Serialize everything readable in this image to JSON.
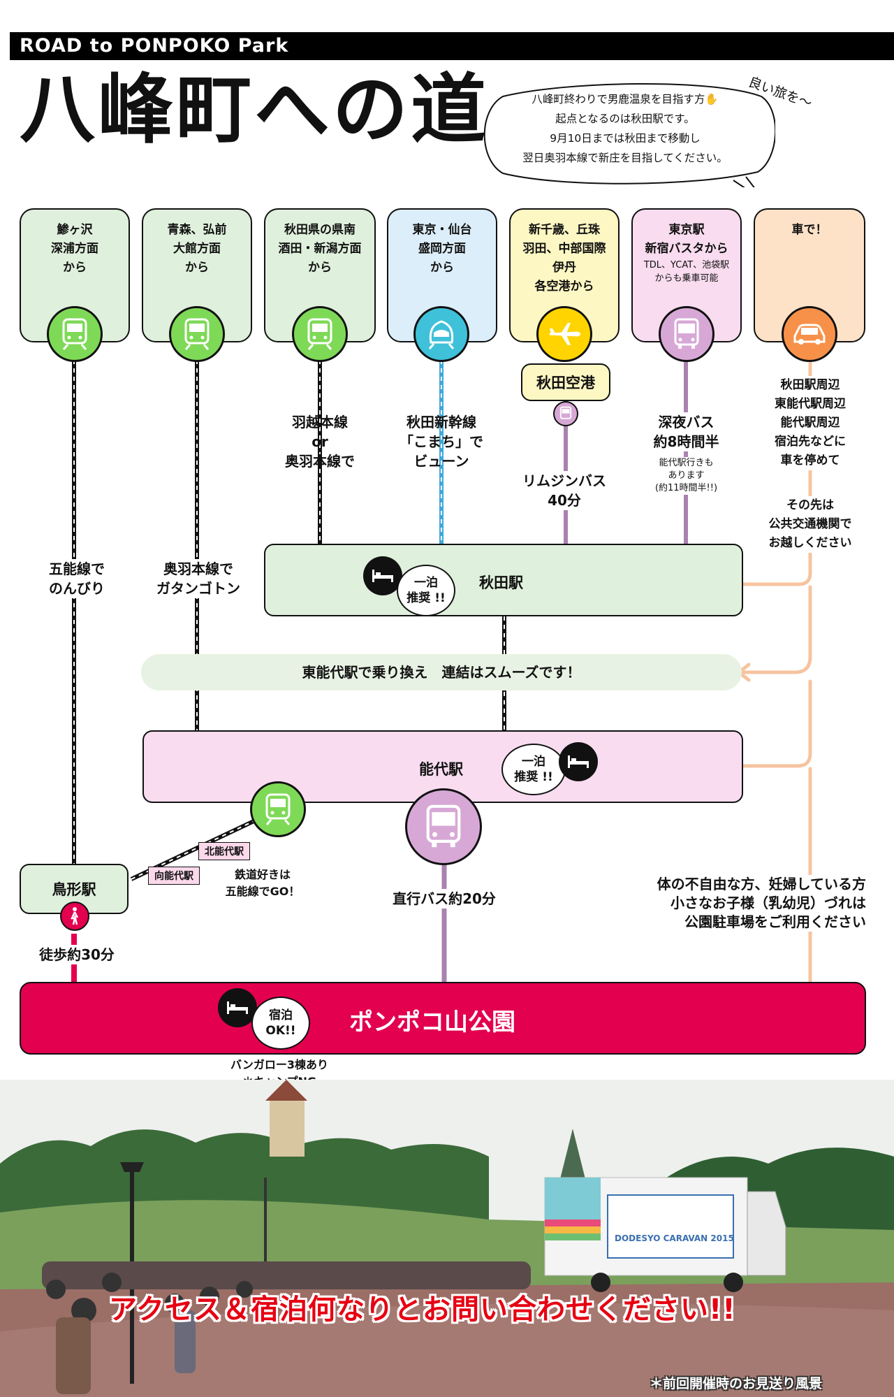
{
  "header": {
    "tagline": "ROAD to PONPOKO Park",
    "title": "八峰町への道"
  },
  "note": {
    "lines": [
      "八峰町終わりで男鹿温泉を目指す方✋",
      "起点となるのは秋田駅です。",
      "9月10日までは秋田まで移動し",
      "翌日奥羽本線で新庄を目指してください。"
    ],
    "aside": "良い旅を〜"
  },
  "origins": [
    {
      "lines": [
        "鯵ヶ沢",
        "深浦方面",
        "から"
      ],
      "sub": [],
      "color": "#dff0dc",
      "icon": "train-icon",
      "icon_color": "#7ed957"
    },
    {
      "lines": [
        "青森、弘前",
        "大館方面",
        "から"
      ],
      "sub": [],
      "color": "#dff0dc",
      "icon": "train-icon",
      "icon_color": "#7ed957"
    },
    {
      "lines": [
        "秋田県の県南",
        "酒田・新潟方面",
        "から"
      ],
      "sub": [],
      "color": "#dff0dc",
      "icon": "train-icon",
      "icon_color": "#7ed957"
    },
    {
      "lines": [
        "東京・仙台",
        "盛岡方面",
        "から"
      ],
      "sub": [],
      "color": "#dceefa",
      "icon": "shinkansen-icon",
      "icon_color": "#3fc1d9"
    },
    {
      "lines": [
        "新千歳、丘珠",
        "羽田、中部国際",
        "伊丹",
        "各空港から"
      ],
      "sub": [],
      "color": "#fdf7c3",
      "icon": "airplane-icon",
      "icon_color": "#ffd400"
    },
    {
      "lines": [
        "東京駅",
        "新宿バスタから"
      ],
      "sub": [
        "TDL、YCAT、池袋駅",
        "からも乗車可能"
      ],
      "color": "#f9dcef",
      "icon": "bus-icon",
      "icon_color": "#d7a8d6"
    },
    {
      "lines": [
        "車で！"
      ],
      "sub": [],
      "color": "#fde2c8",
      "icon": "car-icon",
      "icon_color": "#f7914a"
    }
  ],
  "airport": {
    "label": "秋田空港"
  },
  "routes": {
    "uetsu": [
      "羽越本線",
      "or",
      "奥羽本線で"
    ],
    "shinkansen": [
      "秋田新幹線",
      "「こまち」で",
      "ビューン"
    ],
    "limousine": [
      "リムジンバス",
      "40分"
    ],
    "night_bus": [
      "深夜バス",
      "約8時間半"
    ],
    "night_bus_note": [
      "能代駅行きも",
      "あります",
      "(約11時間半!!)"
    ],
    "car": [
      "秋田駅周辺",
      "東能代駅周辺",
      "能代駅周辺",
      "宿泊先などに",
      "車を停めて"
    ],
    "car_next": [
      "その先は",
      "公共交通機関で",
      "お越しください"
    ],
    "gono": [
      "五能線で",
      "のんびり"
    ],
    "ou": [
      "奥羽本線で",
      "ガタンゴトン"
    ],
    "transfer": "東能代駅で乗り換え　連結はスムーズです！",
    "direct_bus": "直行バス約20分",
    "walk": "徒歩約30分",
    "tetsu": [
      "鉄道好きは",
      "五能線でGO！"
    ],
    "accessibility": [
      "体の不自由な方、妊婦している方",
      "小さなお子様（乳幼児）づれは",
      "公園駐車場をご利用ください"
    ]
  },
  "stations": {
    "akita": "秋田駅",
    "noshiro": "能代駅",
    "torigata": "鳥形駅",
    "kita_noshiro": "北能代駅",
    "mukai_noshiro": "向能代駅",
    "park": "ポンポコ山公園"
  },
  "stay": {
    "recommend": [
      "一泊",
      "推奨 !!"
    ],
    "park_ok": [
      "宿泊",
      "OK!!"
    ],
    "park_note": [
      "バンガロー3棟あり",
      "＊キャンプNG"
    ]
  },
  "photo": {
    "banner": "アクセス＆宿泊何なりとお問い合わせください!!",
    "caption": "＊前回開催時のお見送り風景",
    "truck_brand": "DODESYO CARAVAN 2015"
  },
  "colors": {
    "park": "#e2004f",
    "green_bg": "#dff0dc",
    "pink_bg": "#f9dcef",
    "transfer_bg": "#e8f2e4",
    "arrow": "#f6c4a0",
    "bus_line": "#a982b0",
    "shinkansen_line": "#3fa8d9"
  }
}
